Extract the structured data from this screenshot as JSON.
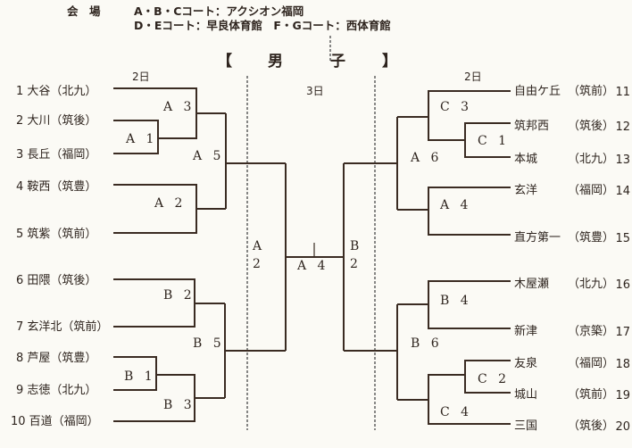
{
  "header": {
    "venue_label": "会　場",
    "venue_line1": "A・B・Cコート：アクシオン福岡",
    "venue_line2": "D・Eコート：早良体育館　F・Gコート：西体育館",
    "title_open": "【",
    "title_char1": "男",
    "title_char2": "子",
    "title_close": "】"
  },
  "days": {
    "left": "2日",
    "center": "3日",
    "right": "2日"
  },
  "left_teams": [
    "1 大谷（北九）",
    "2 大川（筑後）",
    "3 長丘（福岡）",
    "4 鞍西（筑豊）",
    "5 筑紫（筑前）",
    "6 田隈（筑後）",
    "7 玄洋北（筑前）",
    "8 芦屋（筑豊）",
    "9 志徳（北九）",
    "10 百道（福岡）"
  ],
  "right_teams": [
    {
      "name": "自由ケ丘",
      "region": "（筑前）",
      "num": "11"
    },
    {
      "name": "筑邦西",
      "region": "（筑後）",
      "num": "12"
    },
    {
      "name": "本城",
      "region": "（北九）",
      "num": "13"
    },
    {
      "name": "玄洋",
      "region": "（福岡）",
      "num": "14"
    },
    {
      "name": "直方第一",
      "region": "（筑豊）",
      "num": "15"
    },
    {
      "name": "木屋瀬",
      "region": "（北九）",
      "num": "16"
    },
    {
      "name": "新津",
      "region": "（京築）",
      "num": "17"
    },
    {
      "name": "友泉",
      "region": "（福岡）",
      "num": "18"
    },
    {
      "name": "城山",
      "region": "（筑前）",
      "num": "19"
    },
    {
      "name": "三国",
      "region": "（筑後）",
      "num": "20"
    }
  ],
  "matches": {
    "A1": "A 1",
    "A2": "A 2",
    "A3": "A 3",
    "A5": "A 5",
    "B1": "B 1",
    "B2": "B 2",
    "B3": "B 3",
    "B5": "B 5",
    "C1": "C 1",
    "C2": "C 2",
    "C3": "C 3",
    "C4": "C 4",
    "A4r": "A 4",
    "A6": "A 6",
    "B4": "B 4",
    "B6": "B 6",
    "semi_left_a": "A",
    "semi_left_b": "2",
    "final": "A 4",
    "semi_right_a": "B",
    "semi_right_b": "2"
  }
}
